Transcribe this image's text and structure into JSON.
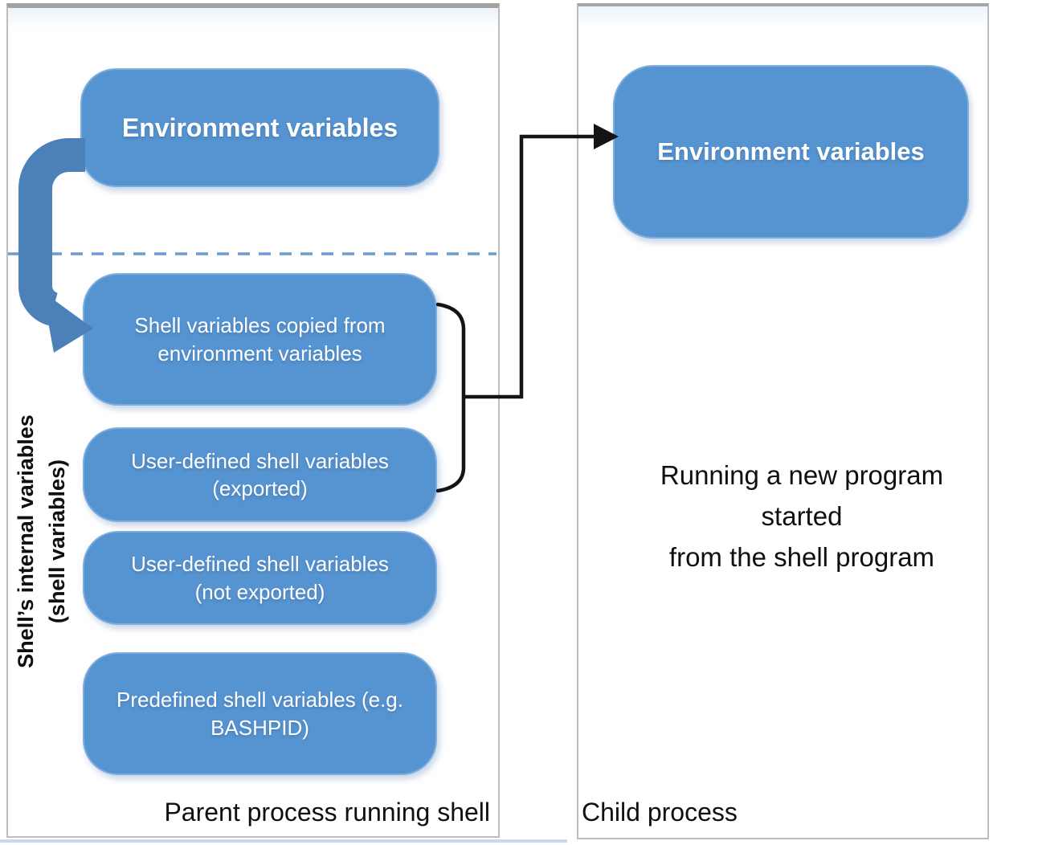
{
  "colors": {
    "box_fill": "#5694d1",
    "box_border": "#7fadde",
    "bent_arrow_blue": "#4b80b8",
    "dashed_separator": "#6b9bd3",
    "connector_black": "#141414",
    "panel_border": "#bdbdbd"
  },
  "parent_panel": {
    "caption": "Parent process running shell",
    "env_box_label": "Environment variables",
    "side_label": {
      "line1": "Shell’s internal variables",
      "line2": "(shell variables)"
    },
    "shell_boxes": [
      "Shell variables copied from environment variables",
      "User-defined shell variables (exported)",
      "User-defined shell variables (not exported)",
      "Predefined shell variables (e.g. BASHPID)"
    ]
  },
  "child_panel": {
    "caption": "Child process",
    "env_box_label": "Environment variables",
    "description": {
      "line1": "Running a new program",
      "line2": "started",
      "line3": "from the shell program"
    }
  }
}
